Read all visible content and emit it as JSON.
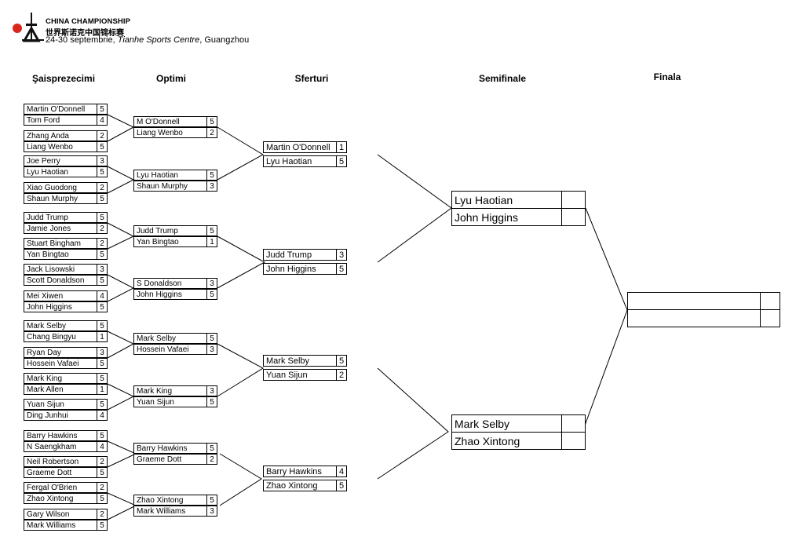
{
  "header": {
    "title": "CHINA CHAMPIONSHIP",
    "title_zh": "世界斯诺克中国锦标赛",
    "dates": "24-30 septembrie,",
    "venue": "Tianhe Sports Centre",
    "city": ", Guangzhou"
  },
  "rounds": {
    "r32": "Şaisprezecimi",
    "r16": "Optimi",
    "qf": "Sferturi",
    "sf": "Semifinale",
    "final": "Finala"
  },
  "r32": [
    {
      "p1": "Martin O'Donnell",
      "s1": "5",
      "p2": "Tom Ford",
      "s2": "4"
    },
    {
      "p1": "Zhang Anda",
      "s1": "2",
      "p2": "Liang Wenbo",
      "s2": "5"
    },
    {
      "p1": "Joe Perry",
      "s1": "3",
      "p2": "Lyu Haotian",
      "s2": "5"
    },
    {
      "p1": "Xiao Guodong",
      "s1": "2",
      "p2": "Shaun Murphy",
      "s2": "5"
    },
    {
      "p1": "Judd Trump",
      "s1": "5",
      "p2": "Jamie Jones",
      "s2": "2"
    },
    {
      "p1": "Stuart Bingham",
      "s1": "2",
      "p2": "Yan Bingtao",
      "s2": "5"
    },
    {
      "p1": "Jack Lisowski",
      "s1": "3",
      "p2": "Scott Donaldson",
      "s2": "5"
    },
    {
      "p1": "Mei Xiwen",
      "s1": "4",
      "p2": "John Higgins",
      "s2": "5"
    },
    {
      "p1": "Mark Selby",
      "s1": "5",
      "p2": "Chang Bingyu",
      "s2": "1"
    },
    {
      "p1": "Ryan Day",
      "s1": "3",
      "p2": "Hossein Vafaei",
      "s2": "5"
    },
    {
      "p1": "Mark King",
      "s1": "5",
      "p2": "Mark Allen",
      "s2": "1"
    },
    {
      "p1": "Yuan Sijun",
      "s1": "5",
      "p2": "Ding Junhui",
      "s2": "4"
    },
    {
      "p1": "Barry Hawkins",
      "s1": "5",
      "p2": "N Saengkham",
      "s2": "4"
    },
    {
      "p1": "Neil Robertson",
      "s1": "2",
      "p2": "Graeme Dott",
      "s2": "5"
    },
    {
      "p1": "Fergal O'Brien",
      "s1": "2",
      "p2": "Zhao Xintong",
      "s2": "5"
    },
    {
      "p1": "Gary Wilson",
      "s1": "2",
      "p2": "Mark Williams",
      "s2": "5"
    }
  ],
  "r16": [
    {
      "p1": "M O'Donnell",
      "s1": "5",
      "p2": "Liang Wenbo",
      "s2": "2"
    },
    {
      "p1": "Lyu Haotian",
      "s1": "5",
      "p2": "Shaun Murphy",
      "s2": "3"
    },
    {
      "p1": "Judd Trump",
      "s1": "5",
      "p2": "Yan Bingtao",
      "s2": "1"
    },
    {
      "p1": "S Donaldson",
      "s1": "3",
      "p2": "John Higgins",
      "s2": "5"
    },
    {
      "p1": "Mark Selby",
      "s1": "5",
      "p2": "Hossein Vafaei",
      "s2": "3"
    },
    {
      "p1": "Mark King",
      "s1": "3",
      "p2": "Yuan Sijun",
      "s2": "5"
    },
    {
      "p1": "Barry Hawkins",
      "s1": "5",
      "p2": "Graeme Dott",
      "s2": "2"
    },
    {
      "p1": "Zhao Xintong",
      "s1": "5",
      "p2": "Mark Williams",
      "s2": "3"
    }
  ],
  "qf": [
    {
      "p1": "Martin O'Donnell",
      "s1": "1",
      "p2": "Lyu Haotian",
      "s2": "5"
    },
    {
      "p1": "Judd Trump",
      "s1": "3",
      "p2": "John Higgins",
      "s2": "5"
    },
    {
      "p1": "Mark Selby",
      "s1": "5",
      "p2": "Yuan Sijun",
      "s2": "2"
    },
    {
      "p1": "Barry Hawkins",
      "s1": "4",
      "p2": "Zhao Xintong",
      "s2": "5"
    }
  ],
  "sf": [
    {
      "p1": "Lyu Haotian",
      "s1": "",
      "p2": "John Higgins",
      "s2": ""
    },
    {
      "p1": "Mark Selby",
      "s1": "",
      "p2": "Zhao Xintong",
      "s2": ""
    }
  ],
  "final": {
    "p1": "",
    "s1": "",
    "p2": "",
    "s2": ""
  }
}
